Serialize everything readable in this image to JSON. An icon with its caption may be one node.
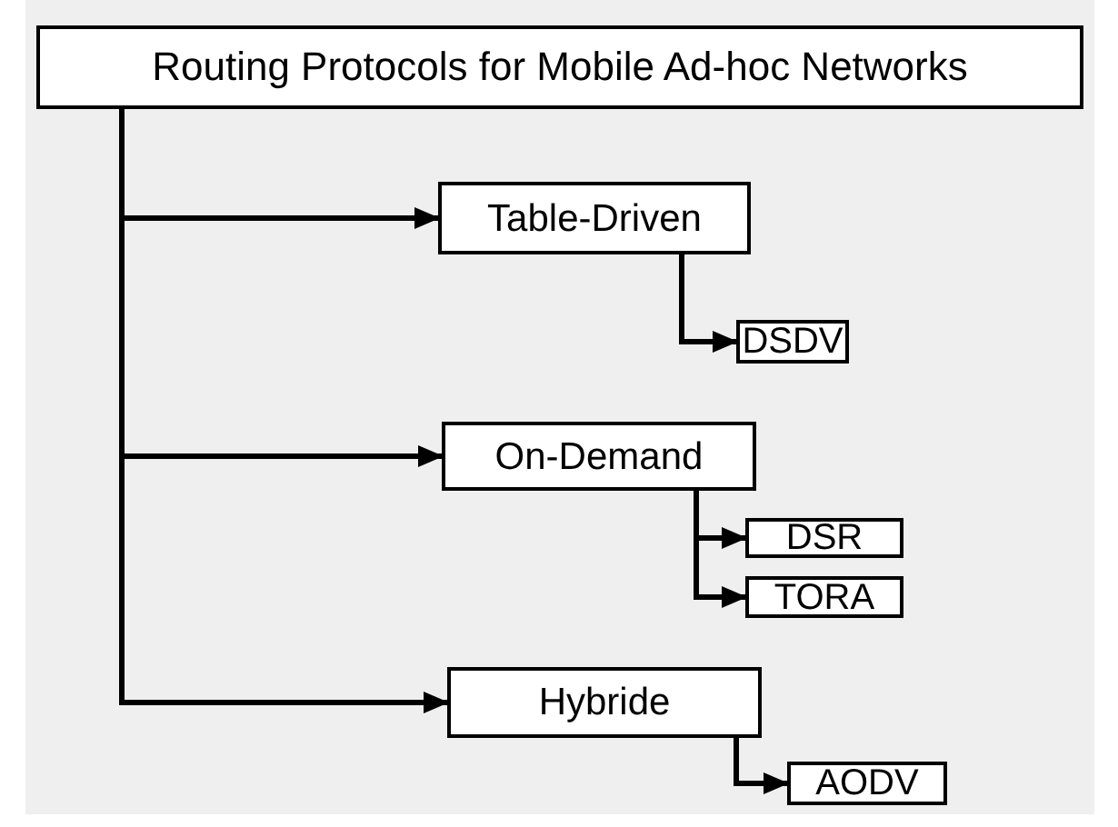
{
  "diagram": {
    "nodes": [
      {
        "text": [
          "Routing Protocols for Mobile Ad-hoc Networks"
        ]
      },
      {
        "text": [
          "Table-Driven"
        ]
      },
      {
        "text": [
          "DSDV"
        ]
      },
      {
        "text": [
          "On-Demand"
        ]
      },
      {
        "text": [
          "DSR"
        ]
      },
      {
        "text": [
          "TORA"
        ]
      },
      {
        "text": [
          "Hybride"
        ]
      },
      {
        "text": [
          "AODV"
        ]
      }
    ],
    "edges": [
      {
        "from": 0,
        "to": 1,
        "arrow": "to"
      },
      {
        "from": 1,
        "to": 2,
        "arrow": "to"
      },
      {
        "from": 0,
        "to": 3,
        "arrow": "to"
      },
      {
        "from": 3,
        "to": 4,
        "arrow": "to"
      },
      {
        "from": 3,
        "to": 5,
        "arrow": "to"
      },
      {
        "from": 0,
        "to": 6,
        "arrow": "to"
      },
      {
        "from": 6,
        "to": 7,
        "arrow": "to"
      }
    ]
  }
}
